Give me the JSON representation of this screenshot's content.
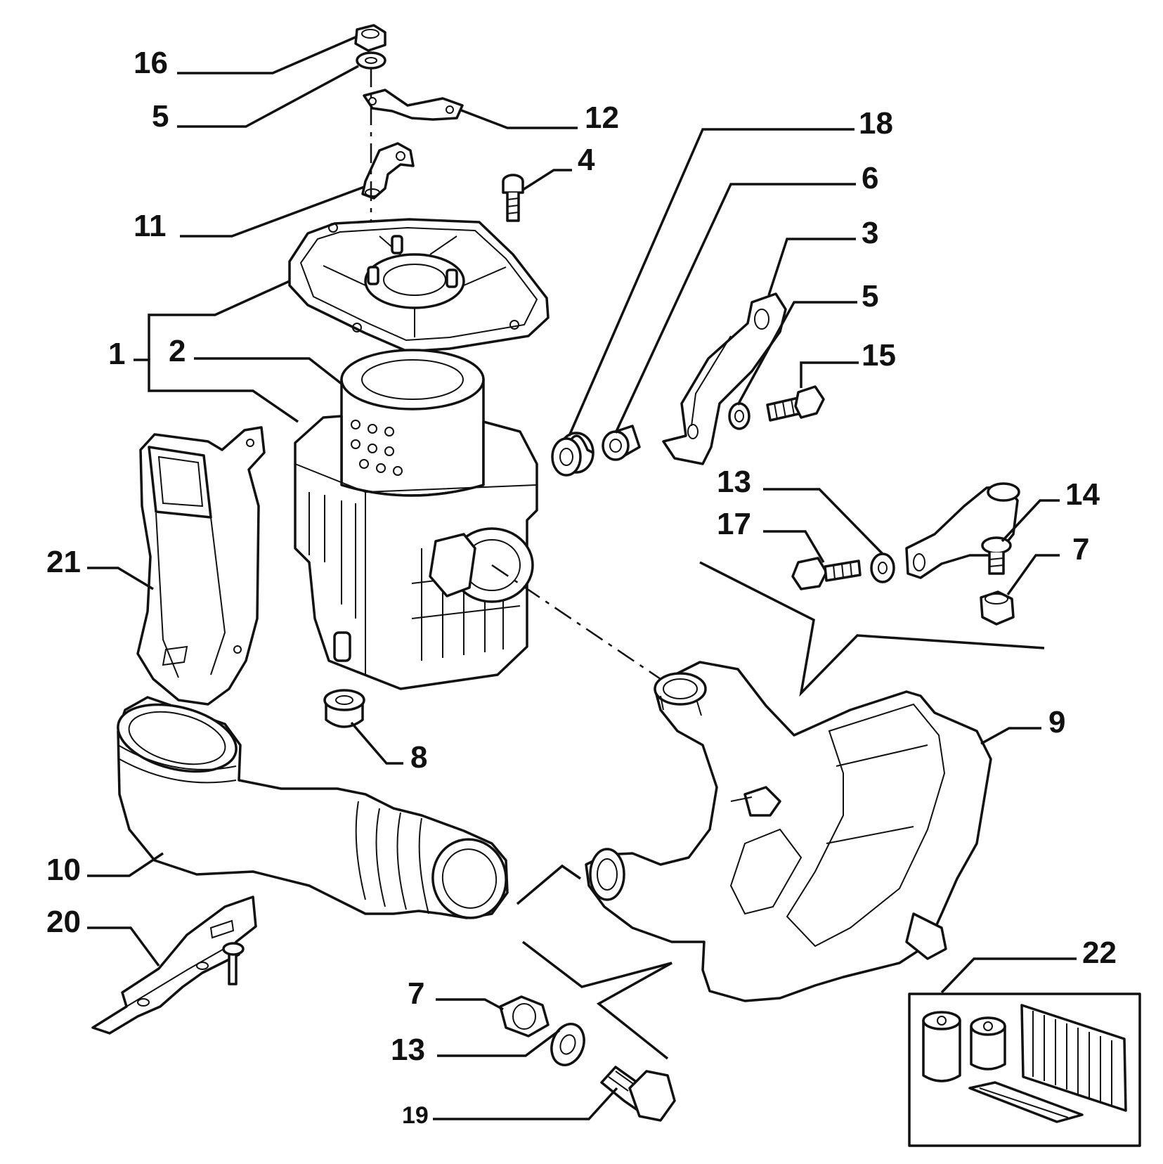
{
  "diagram": {
    "callouts": [
      {
        "id": "c16",
        "number": "16"
      },
      {
        "id": "c5a",
        "number": "5"
      },
      {
        "id": "c12",
        "number": "12"
      },
      {
        "id": "c18",
        "number": "18"
      },
      {
        "id": "c4",
        "number": "4"
      },
      {
        "id": "c6",
        "number": "6"
      },
      {
        "id": "c11",
        "number": "11"
      },
      {
        "id": "c3",
        "number": "3"
      },
      {
        "id": "c5b",
        "number": "5"
      },
      {
        "id": "c15",
        "number": "15"
      },
      {
        "id": "c1",
        "number": "1"
      },
      {
        "id": "c2",
        "number": "2"
      },
      {
        "id": "c13a",
        "number": "13"
      },
      {
        "id": "c14",
        "number": "14"
      },
      {
        "id": "c17",
        "number": "17"
      },
      {
        "id": "c7a",
        "number": "7"
      },
      {
        "id": "c21",
        "number": "21"
      },
      {
        "id": "c9",
        "number": "9"
      },
      {
        "id": "c8",
        "number": "8"
      },
      {
        "id": "c10",
        "number": "10"
      },
      {
        "id": "c20",
        "number": "20"
      },
      {
        "id": "c22",
        "number": "22"
      },
      {
        "id": "c7b",
        "number": "7"
      },
      {
        "id": "c13b",
        "number": "13"
      },
      {
        "id": "c19",
        "number": "19"
      }
    ]
  }
}
